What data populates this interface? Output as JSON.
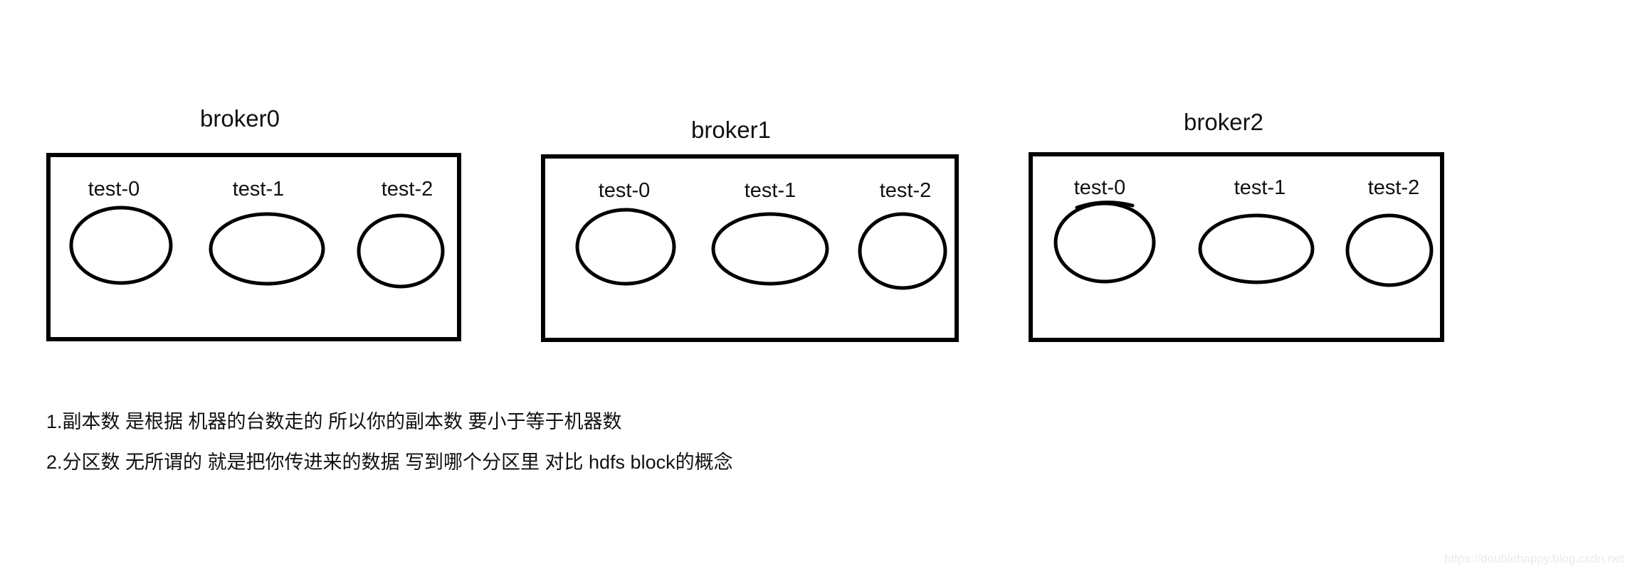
{
  "diagram": {
    "brokers": [
      {
        "label": "broker0",
        "partitions": [
          "test-0",
          "test-1",
          "test-2"
        ]
      },
      {
        "label": "broker1",
        "partitions": [
          "test-0",
          "test-1",
          "test-2"
        ]
      },
      {
        "label": "broker2",
        "partitions": [
          "test-0",
          "test-1",
          "test-2"
        ]
      }
    ]
  },
  "notes": {
    "line1": "1.副本数 是根据 机器的台数走的  所以你的副本数 要小于等于机器数",
    "line2": "2.分区数 无所谓的   就是把你传进来的数据 写到哪个分区里   对比 hdfs block的概念"
  },
  "watermark": {
    "text": "https://doublehappy.blog.csdn.net"
  },
  "colors": {
    "stroke": "#000000",
    "text": "#111111",
    "watermark": "#ebebeb",
    "background": "#ffffff"
  }
}
